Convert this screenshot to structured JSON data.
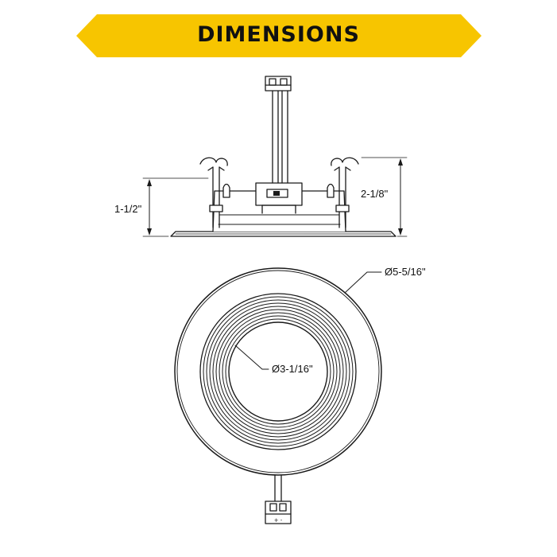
{
  "banner": {
    "title": "DIMENSIONS",
    "color": "#F7C500"
  },
  "side_view": {
    "trim_height_label": "1-1/2\"",
    "overall_height_label": "2-1/8\""
  },
  "top_view": {
    "outer_diameter_label": "Ø5-5/16\"",
    "aperture_diameter_label": "Ø3-1/16\""
  },
  "colors": {
    "line": "#1a1a1a",
    "background": "#ffffff"
  }
}
